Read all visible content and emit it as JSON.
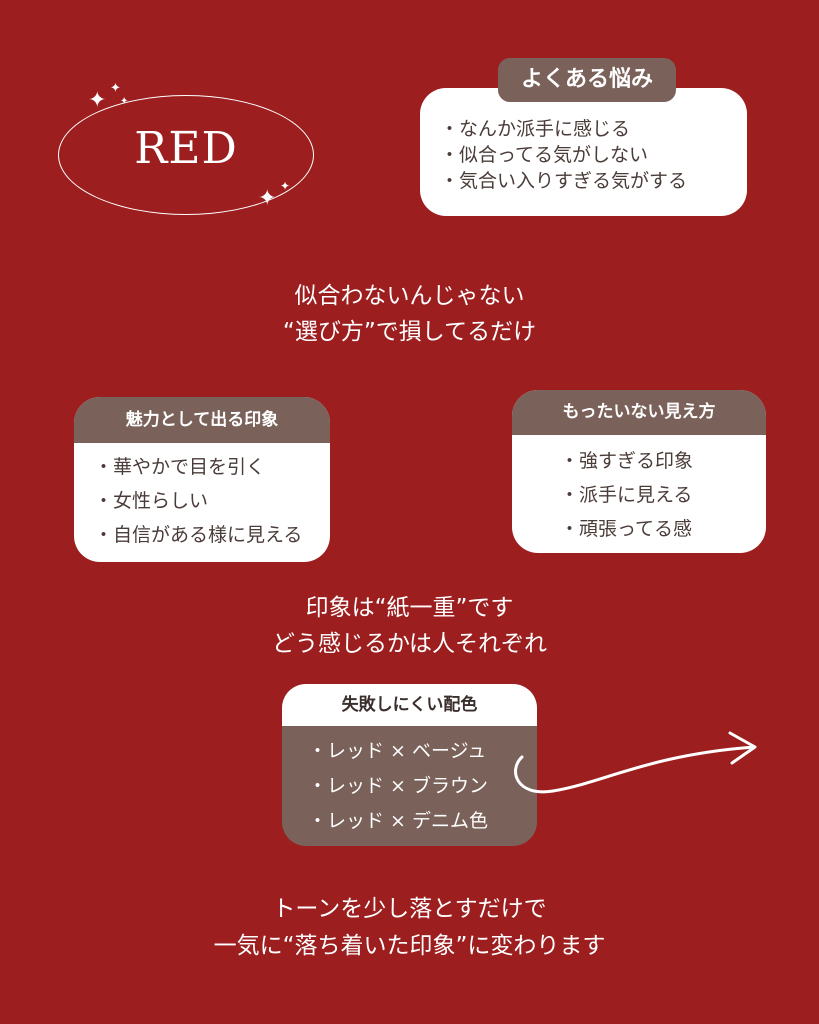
{
  "logo": {
    "title": "RED"
  },
  "worries": {
    "tag": "よくある悩み",
    "items": [
      "・なんか派手に感じる",
      "・似合ってる気がしない",
      "・気合い入りすぎる気がする"
    ]
  },
  "message1": {
    "line1": "似合わないんじゃない",
    "line2": "“選び方”で損してるだけ"
  },
  "charm": {
    "tag": "魅力として出る印象",
    "items": [
      "・華やかで目を引く",
      "・女性らしい",
      "・自信がある様に見える"
    ]
  },
  "waste": {
    "tag": "もったいない見え方",
    "items": [
      "・強すぎる印象",
      "・派手に見える",
      "・頑張ってる感"
    ]
  },
  "message2": {
    "line1": "印象は“紙一重”です",
    "line2": "どう感じるかは人それぞれ"
  },
  "combos": {
    "tag": "失敗しにくい配色",
    "items": [
      "・レッド × ベージュ",
      "・レッド × ブラウン",
      "・レッド × デニム色"
    ]
  },
  "message3": {
    "line1": "トーンを少し落とすだけで",
    "line2": "一気に“落ち着いた印象”に変わります"
  },
  "colors": {
    "background": "#9c1e1f",
    "tag": "#7a615a",
    "card": "#ffffff"
  },
  "icons": [
    "sparkle-icon",
    "arrow-icon"
  ]
}
